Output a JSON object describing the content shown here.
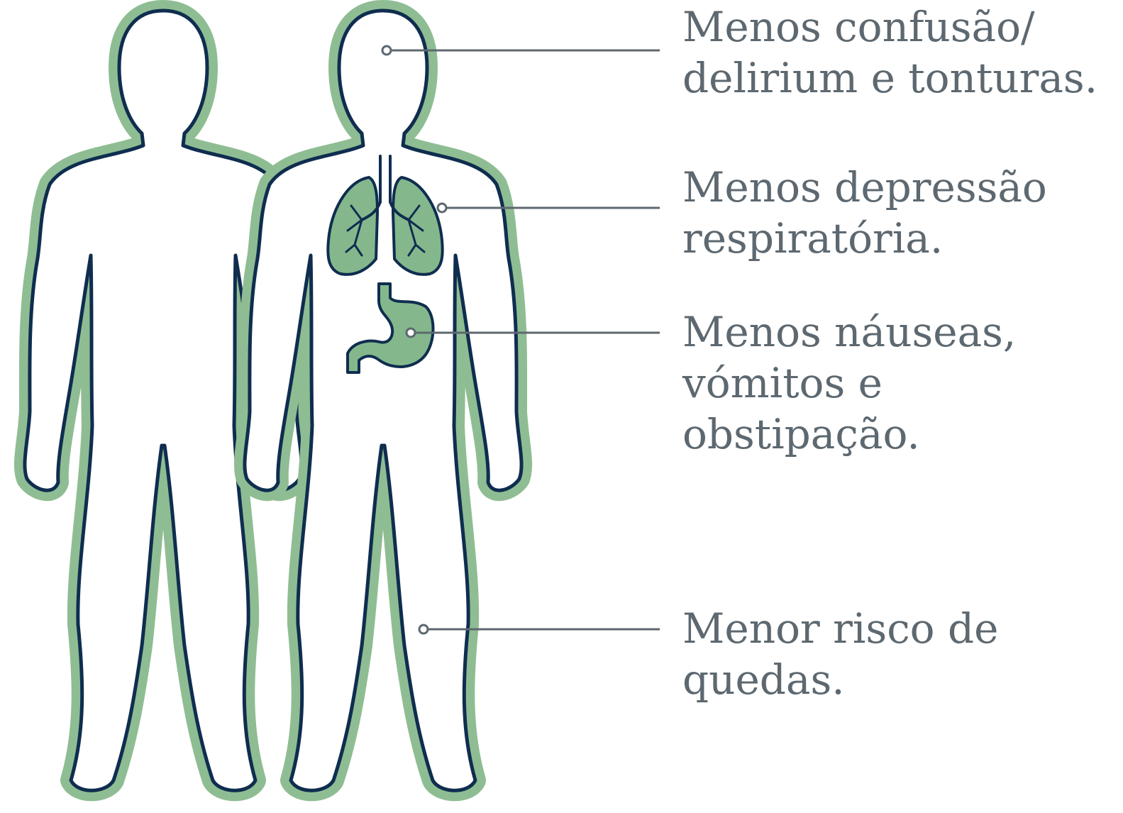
{
  "colors": {
    "outline": "#0f2d4f",
    "glow": "#8fbd93",
    "organ_fill": "#84b88c",
    "leader_line": "#5d6870",
    "text": "#5d6870",
    "background": "#ffffff"
  },
  "figures": [
    {
      "name": "body-figure-left"
    },
    {
      "name": "body-figure-right"
    }
  ],
  "organs": [
    "head",
    "lungs-icon",
    "stomach-icon",
    "legs"
  ],
  "callouts": [
    {
      "id": "cognition",
      "lines": [
        "Menos confusão/",
        "delirium e tonturas."
      ]
    },
    {
      "id": "respiration",
      "lines": [
        "Menos depressão",
        "respiratória."
      ]
    },
    {
      "id": "digestion",
      "lines": [
        "Menos náuseas,",
        "vómitos e",
        "obstipação."
      ]
    },
    {
      "id": "falls",
      "lines": [
        "Menor risco de",
        "quedas."
      ]
    }
  ]
}
